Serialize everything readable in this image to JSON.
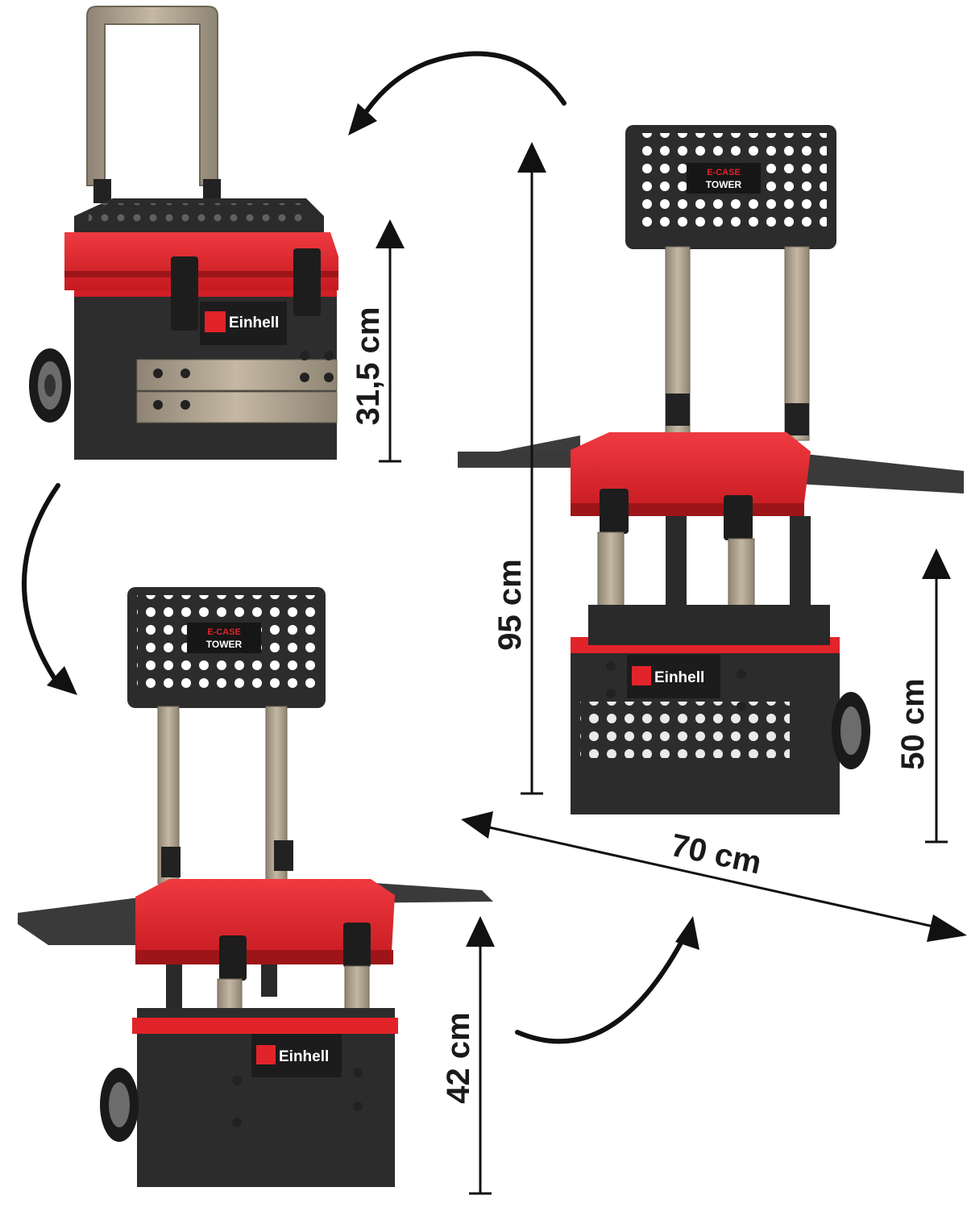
{
  "product": {
    "brand": "Einhell",
    "sign_line1": "E-CASE",
    "sign_line2": "TOWER"
  },
  "dimensions": {
    "closed_height": "31,5 cm",
    "total_height": "95 cm",
    "bench_height_right": "50 cm",
    "bench_width": "70 cm",
    "bench_height_left": "42 cm"
  },
  "colors": {
    "brand_red": "#e2232a",
    "body_black": "#2a2a2a",
    "metal_tan": "#b0a38f",
    "arrow": "#111111"
  }
}
